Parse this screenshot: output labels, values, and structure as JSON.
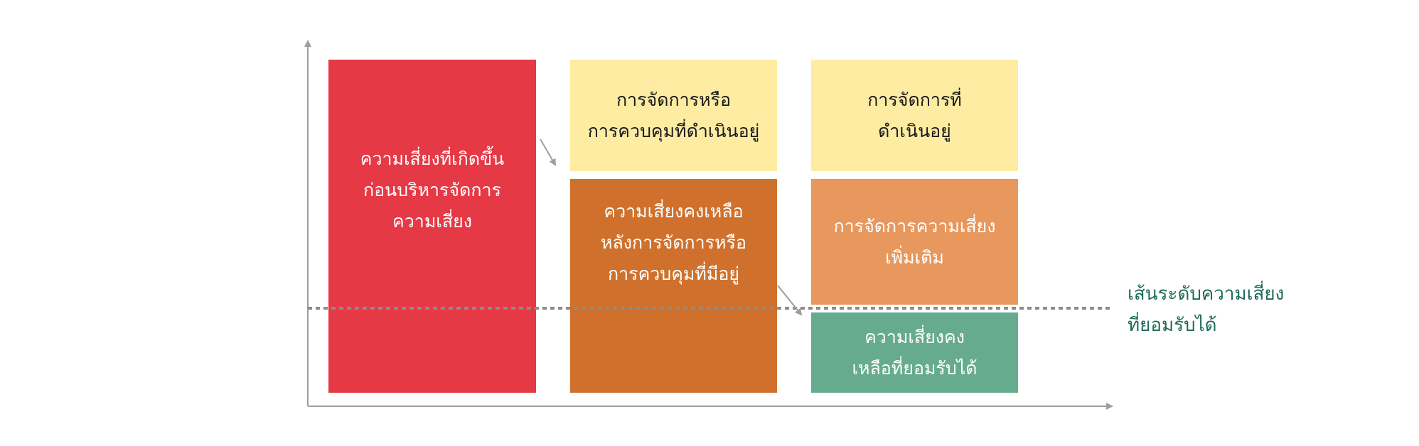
{
  "colors": {
    "axis": "#9e9e9e",
    "threshold_line": "#8c8c8c",
    "inherent_risk": "#e63946",
    "existing_controls": "#fdeca2",
    "residual_risk": "#cf712d",
    "additional_treatment": "#e8975d",
    "acceptable_residual": "#67ab8e",
    "light_text": "#ffffff",
    "dark_text": "#1a1a1a",
    "threshold_text": "#1e6b57"
  },
  "blocks": {
    "inherent_risk": "ความเสี่ยงที่เกิดขึ้น\nก่อนบริหารจัดการ\nความเสี่ยง",
    "existing_controls": "การจัดการหรือ\nการควบคุมที่ดำเนินอยู่",
    "residual_risk": "ความเสี่ยงคงเหลือ\nหลังการจัดการหรือ\nการควบคุมที่มีอยู่",
    "ongoing_treatment": "การจัดการที่\nดำเนินอยู่",
    "additional_treatment": "การจัดการความเสี่ยง\nเพิ่มเติม",
    "acceptable_residual": "ความเสี่ยงคง\nเหลือที่ยอมรับได้"
  },
  "threshold_label": "เส้นระดับความเสี่ยง\nที่ยอมรับได้"
}
